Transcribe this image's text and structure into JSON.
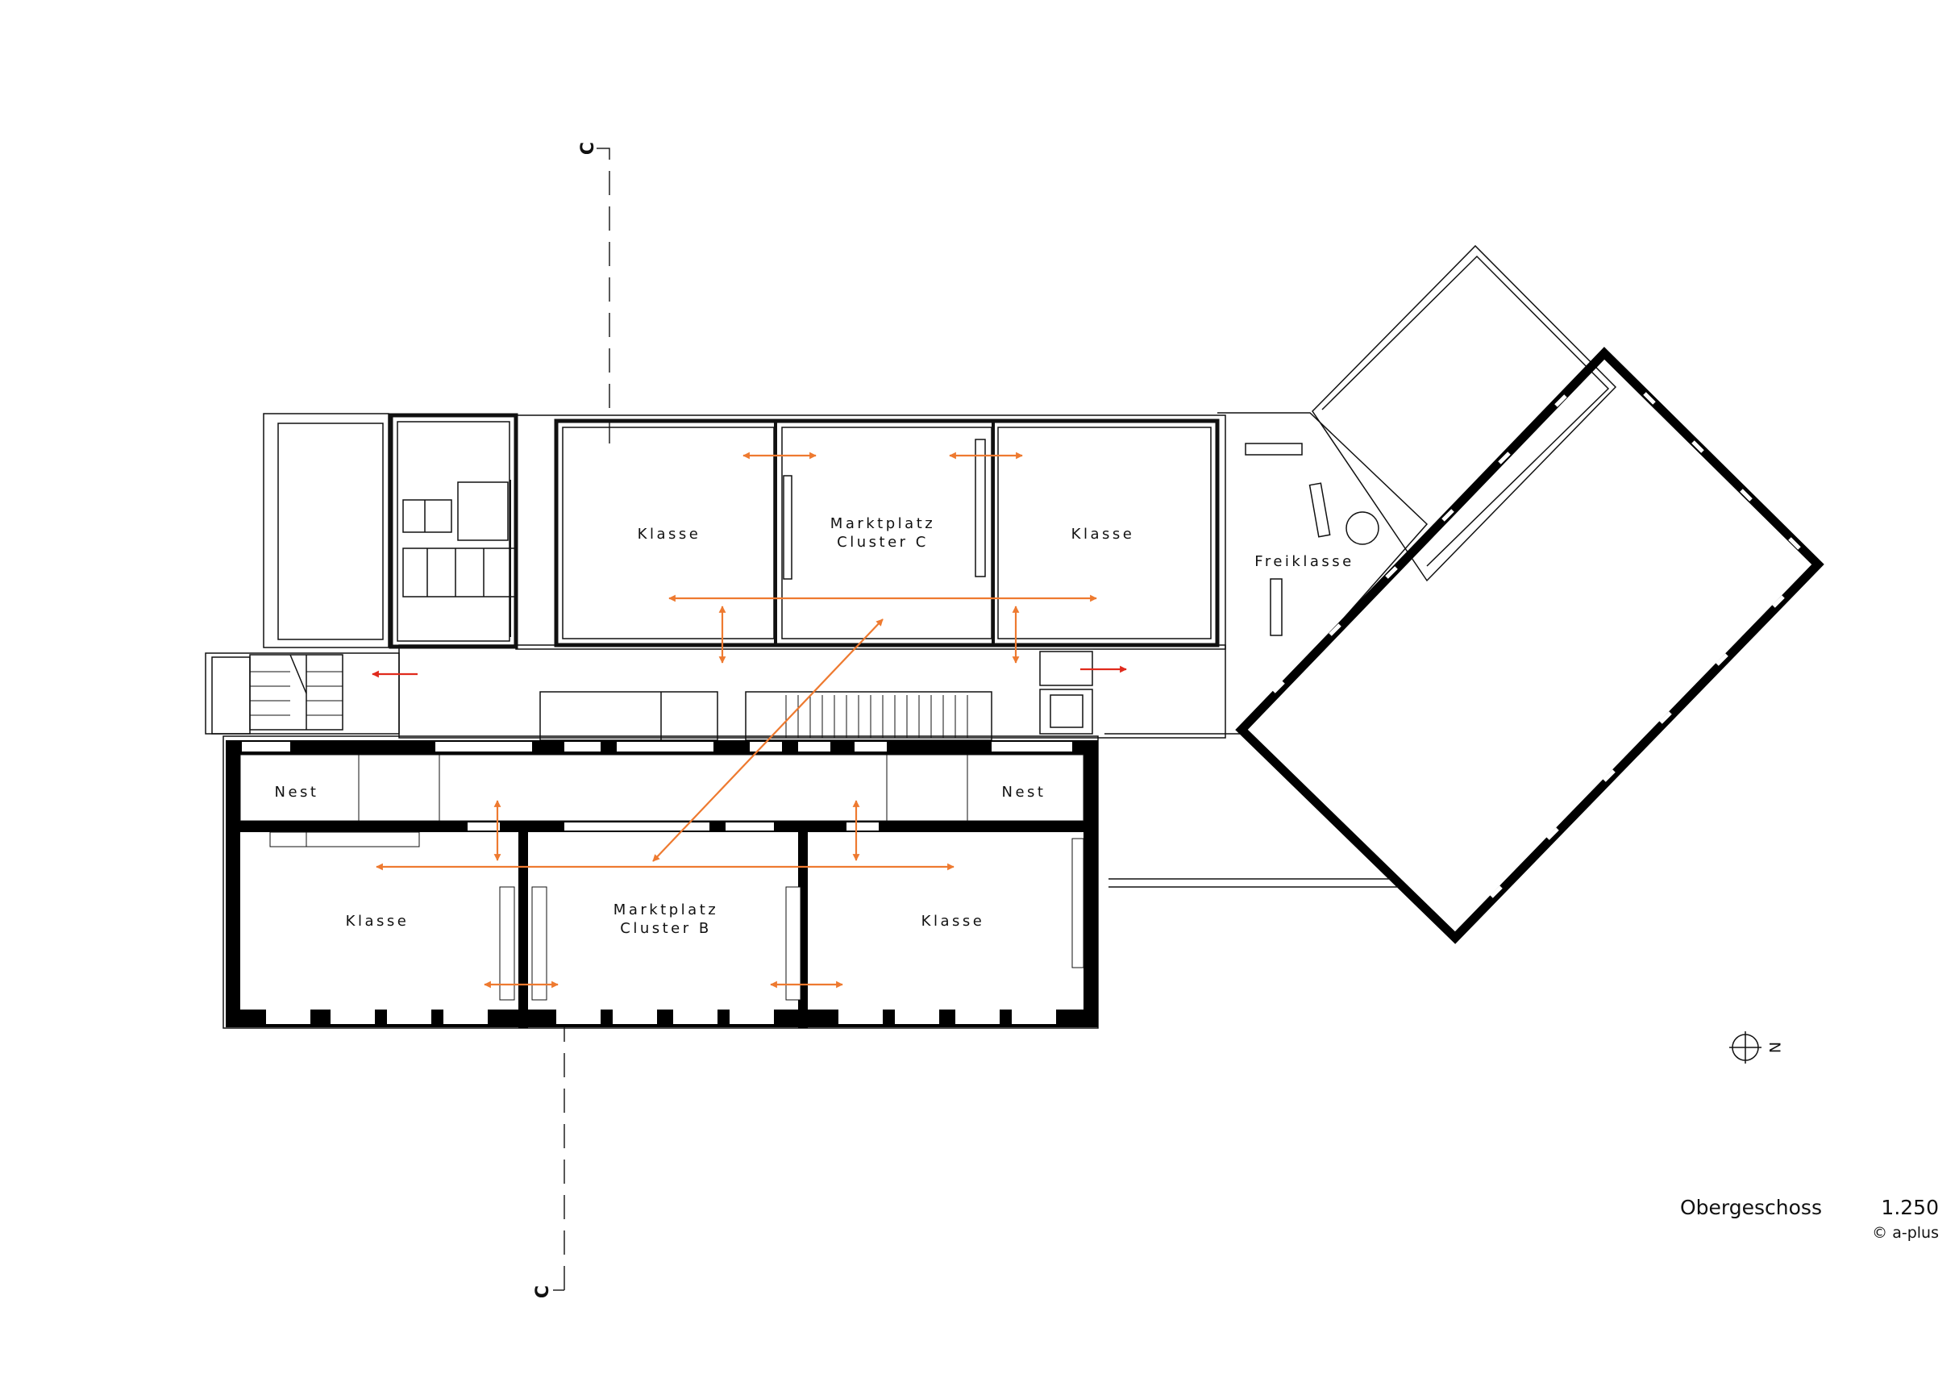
{
  "plan": {
    "rooms": {
      "klasse_c_left": "Klasse",
      "marktplatz_c_1": "Marktplatz",
      "marktplatz_c_2": "Cluster C",
      "klasse_c_right": "Klasse",
      "freiklasse": "Freiklasse",
      "nest_left": "Nest",
      "nest_right": "Nest",
      "klasse_b_left": "Klasse",
      "marktplatz_b_1": "Marktplatz",
      "marktplatz_b_2": "Cluster B",
      "klasse_b_right": "Klasse"
    },
    "section_marker": "C",
    "north_label": "N",
    "title": "Obergeschoss",
    "scale": "1.250",
    "copyright": "© a-plus"
  },
  "colors": {
    "wall": "#000000",
    "line": "#111111",
    "circulation_arrow": "#ee7a30",
    "exit_arrow": "#e02a1c"
  }
}
